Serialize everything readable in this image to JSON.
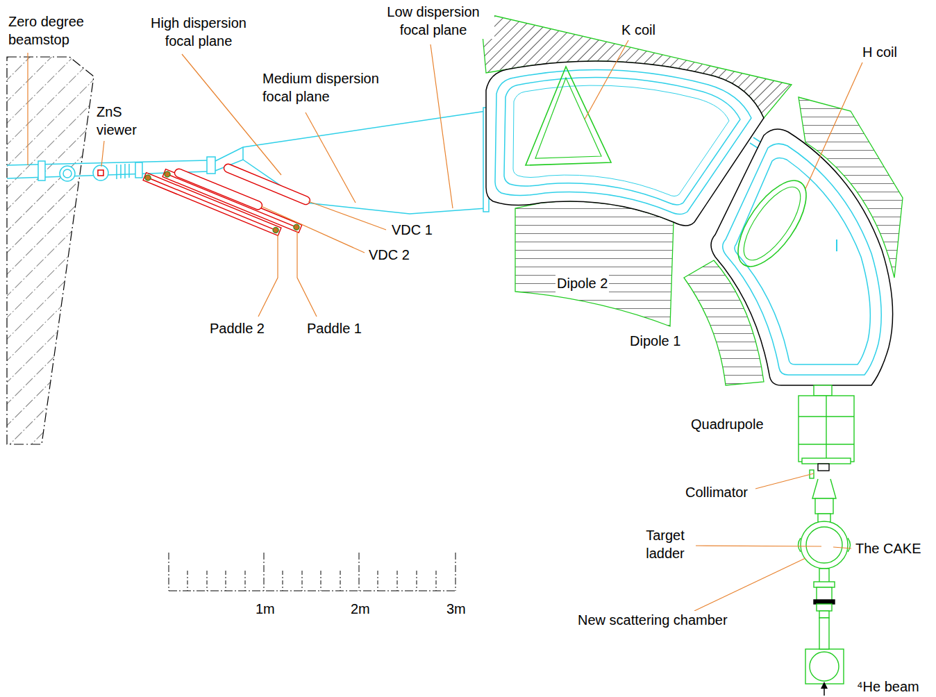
{
  "diagram": {
    "labels": [
      "Zero degree beamstop",
      "ZnS viewer",
      "High dispersion focal plane",
      "Medium dispersion focal plane",
      "Low dispersion focal plane",
      "K coil",
      "H coil",
      "VDC 1",
      "VDC 2",
      "Dipole 2",
      "Paddle 2",
      "Paddle 1",
      "Dipole 1",
      "Quadrupole",
      "Collimator",
      "Target ladder",
      "The CAKE",
      "New scattering chamber",
      "1m",
      "2m",
      "3m",
      "⁴He beam"
    ]
  }
}
